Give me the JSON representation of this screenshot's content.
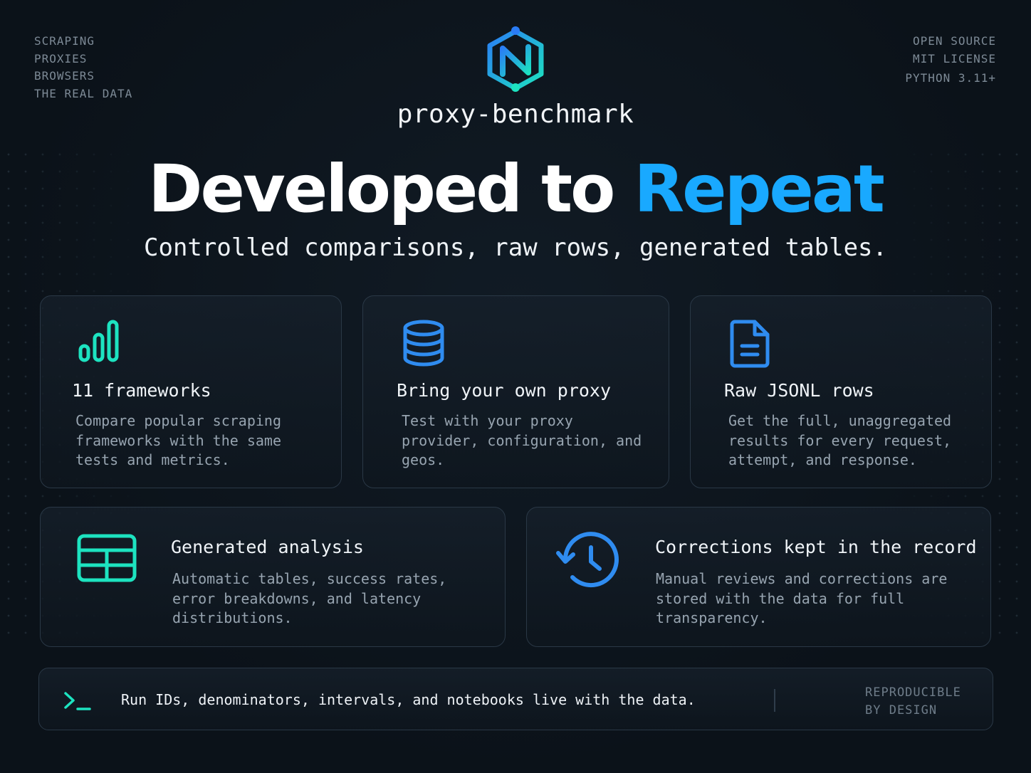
{
  "corner_left": [
    "SCRAPING",
    "PROXIES",
    "BROWSERS",
    "THE REAL DATA"
  ],
  "corner_right": [
    "OPEN SOURCE",
    "MIT LICENSE",
    "PYTHON 3.11+"
  ],
  "brand": {
    "name": "proxy-benchmark",
    "logo_icon": "hexagon-n-logo-icon"
  },
  "hero": {
    "headline_main": "Developed to ",
    "headline_accent": "Repeat",
    "subheadline": "Controlled comparisons, raw rows, generated tables."
  },
  "features": [
    {
      "icon": "bar-chart-icon",
      "title": "11 frameworks",
      "description": "Compare popular scraping frameworks with the same tests and metrics."
    },
    {
      "icon": "database-icon",
      "title": "Bring your own proxy",
      "description": "Test with your proxy provider, configuration, and geos."
    },
    {
      "icon": "document-icon",
      "title": "Raw JSONL rows",
      "description": "Get the full, unaggregated results for every request, attempt, and response."
    },
    {
      "icon": "table-icon",
      "title": "Generated analysis",
      "description": "Automatic tables, success rates, error breakdowns, and latency distributions."
    },
    {
      "icon": "history-icon",
      "title": "Corrections kept in the record",
      "description": "Manual reviews and corrections are stored with the data for full transparency."
    }
  ],
  "footer": {
    "icon": "terminal-prompt-icon",
    "message": "Run IDs, denominators, intervals, and notebooks live with the data.",
    "tag_lines": [
      "REPRODUCIBLE",
      "BY DESIGN"
    ]
  },
  "colors": {
    "background": "#0b1219",
    "accent_blue": "#19a9ff",
    "accent_teal": "#1de3c0",
    "icon_blue": "#2f8cf0",
    "card_border": "#2a3846"
  }
}
